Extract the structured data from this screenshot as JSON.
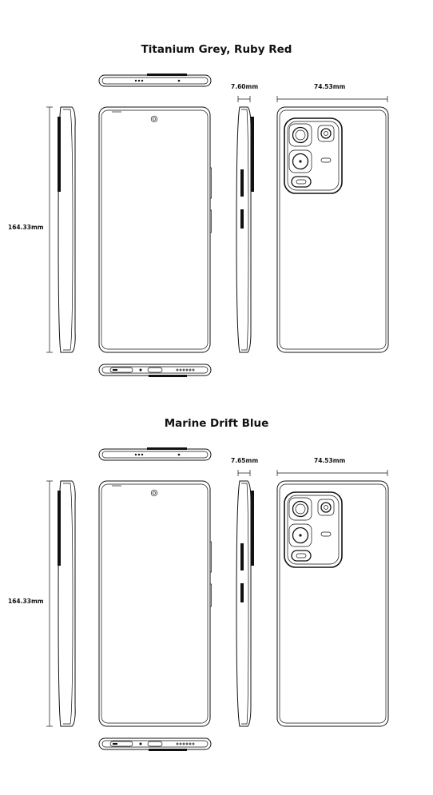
{
  "sections": [
    {
      "title": "Titanium Grey, Ruby Red",
      "dimensions": {
        "thickness": "7.60mm",
        "width": "74.53mm",
        "height": "164.33mm"
      }
    },
    {
      "title": "Marine Drift Blue",
      "dimensions": {
        "thickness": "7.65mm",
        "width": "74.53mm",
        "height": "164.33mm"
      }
    }
  ]
}
